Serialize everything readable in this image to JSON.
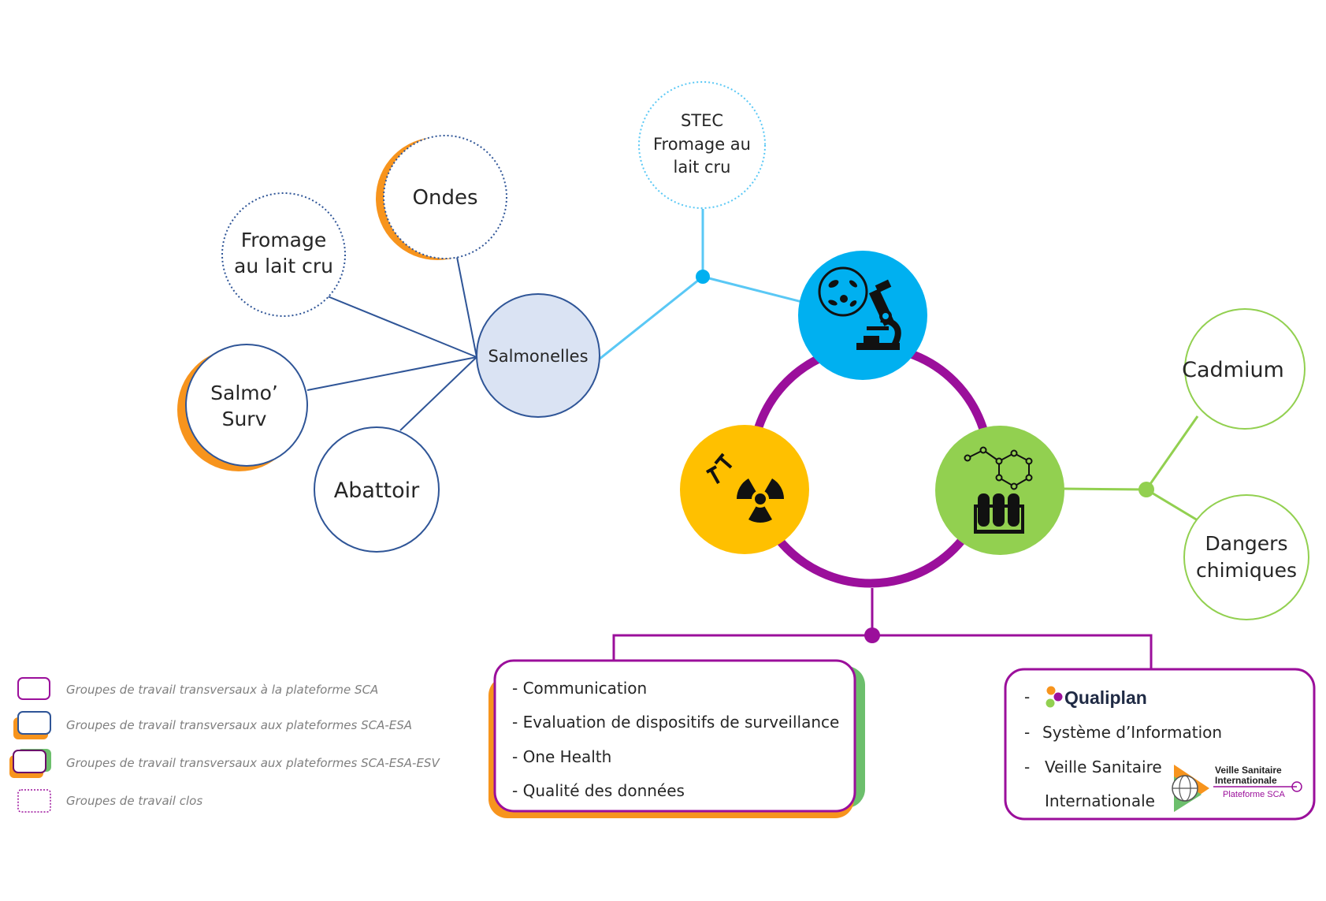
{
  "colors": {
    "navy": "#2f5597",
    "light_blue": "#5ac8f5",
    "purple": "#9b0f9b",
    "orange": "#f7941d",
    "green": "#92d050",
    "green_border": "#6cbf6c",
    "bio_blue": "#00b0f0",
    "chem_green": "#92d050",
    "radio_yellow": "#ffc000",
    "salmonelles_fill": "#dae3f3"
  },
  "hub": {
    "salmonelles": "Salmonelles",
    "stec_lines": [
      "STEC",
      "Fromage au",
      "lait cru"
    ]
  },
  "salmonella_groups": {
    "fromage": [
      "Fromage",
      "au lait cru"
    ],
    "ondes": "Ondes",
    "salmosurv": [
      "Salmo’",
      "Surv"
    ],
    "abattoir": "Abattoir"
  },
  "chemical_groups": {
    "cadmium": "Cadmium",
    "dangers": [
      "Dangers",
      "chimiques"
    ]
  },
  "icons": {
    "biological": "microscope-bacteria-icon",
    "chemical": "test-tubes-molecule-icon",
    "radiological": "radiation-icon"
  },
  "transversal_box": {
    "items": [
      "- Communication",
      "- Evaluation de dispositifs de surveillance",
      "- One Health",
      "- Qualité des données"
    ]
  },
  "tools_box": {
    "bullet": "-",
    "qualiplan_logo_text": "Qualiplan",
    "si": "Système d’Information",
    "veille_lines": [
      "Veille Sanitaire",
      "Internationale"
    ],
    "veille_logo": {
      "line1": "Veille Sanitaire",
      "line2": "Internationale",
      "line3": "Plateforme SCA"
    }
  },
  "legend": [
    "Groupes de travail transversaux à la plateforme SCA",
    "Groupes de travail transversaux aux plateformes SCA-ESA",
    "Groupes de travail transversaux aux plateformes SCA-ESA-ESV",
    "Groupes de travail clos"
  ]
}
